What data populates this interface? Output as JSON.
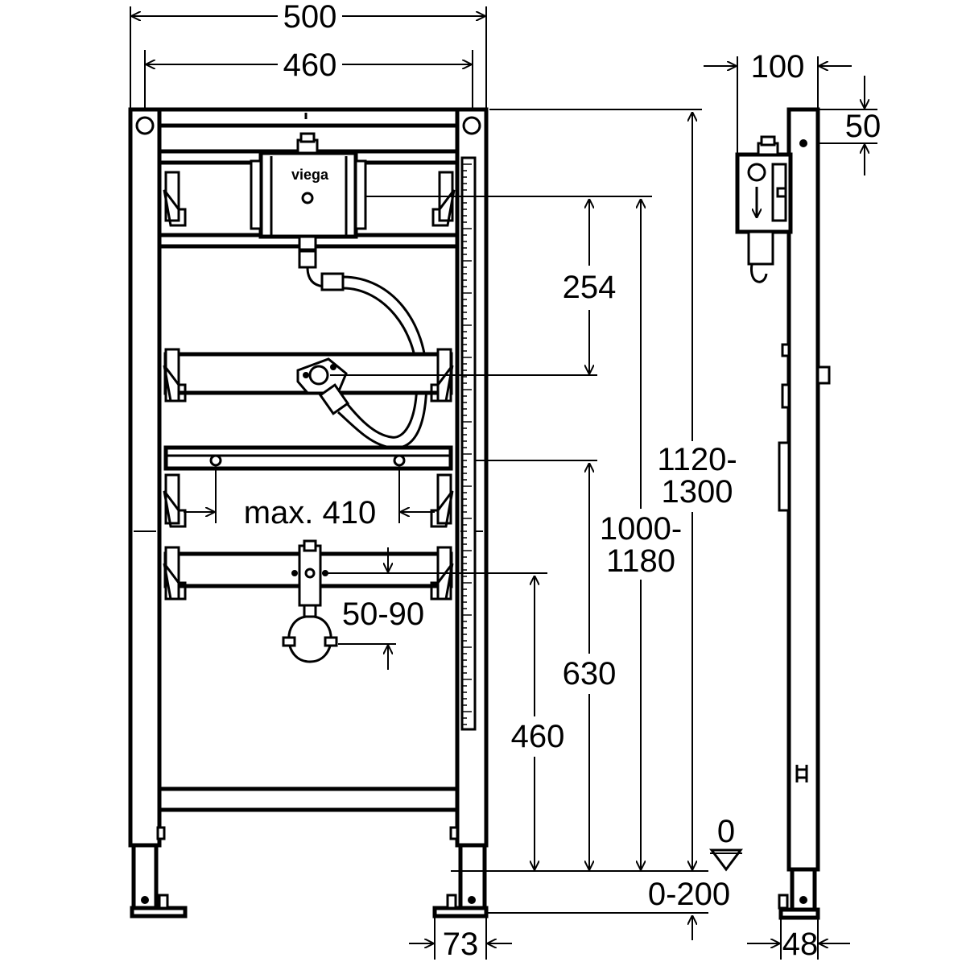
{
  "front_view": {
    "brand_label": "viega",
    "dimensions": {
      "overall_width": "500",
      "axis_width": "460",
      "flush_valve_offset": "254",
      "bracket_spacing": "max. 410",
      "outlet_range": "50-90",
      "height_range_top": "1120-",
      "height_range_bottom": "1300",
      "valve_height_top": "1000-",
      "valve_height_bottom": "1180",
      "bracket_height": "630",
      "outlet_height": "460",
      "floor_level": "0",
      "foot_adjust": "0-200",
      "foot_width": "73"
    }
  },
  "side_view": {
    "dimensions": {
      "depth": "100",
      "top_offset": "50",
      "foot_depth": "48"
    }
  }
}
